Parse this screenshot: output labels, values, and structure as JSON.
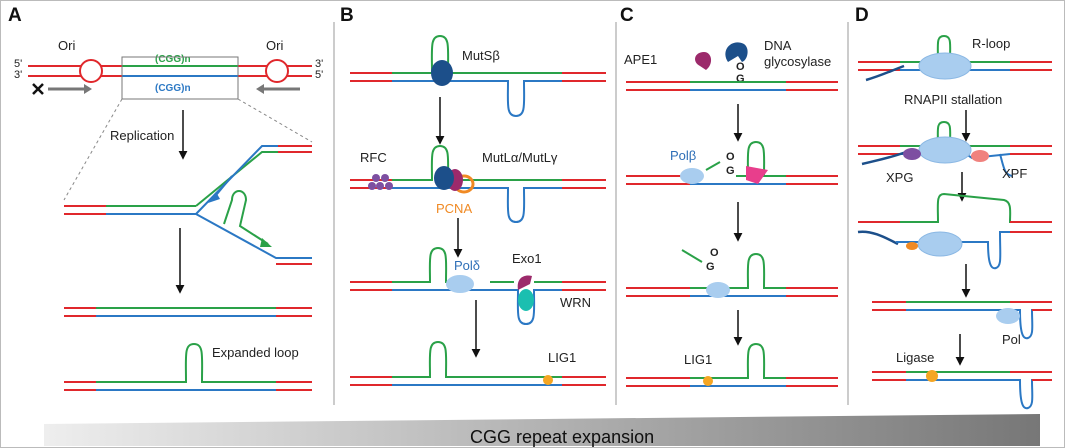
{
  "panels": {
    "a": "A",
    "b": "B",
    "c": "C",
    "d": "D"
  },
  "panel_a": {
    "ori_left": "Ori",
    "ori_right": "Ori",
    "five_prime_left": "5'",
    "three_prime_left": "3'",
    "three_prime_right": "3'",
    "five_prime_right": "5'",
    "top_strand": "(CGG)n",
    "bottom_strand": "(CGG)n",
    "replication": "Replication",
    "expanded_loop": "Expanded loop"
  },
  "panel_b": {
    "mutsb": "MutSβ",
    "rfc": "RFC",
    "mutl": "MutLα/MutLγ",
    "pcna": "PCNA",
    "pold": "Polδ",
    "exo1": "Exo1",
    "wrn": "WRN",
    "lig1": "LIG1"
  },
  "panel_c": {
    "ape1": "APE1",
    "glyco_1": "DNA",
    "glyco_2": "glycosylase",
    "polb": "Polβ",
    "lig1": "LIG1"
  },
  "panel_d": {
    "rloop": "R-loop",
    "stall": "RNAPII stallation",
    "xpg": "XPG",
    "xpf": "XPF",
    "pol": "Pol",
    "ligase": "Ligase"
  },
  "banner": "CGG repeat expansion",
  "colors": {
    "red": "#e0282c",
    "green": "#2aa148",
    "blue": "#2b78c4",
    "navy": "#1c4f8a",
    "magenta": "#9c2a6b",
    "orange": "#f08a24",
    "purple": "#7d4fa1",
    "lightblue": "#a9cdef",
    "teal": "#1bbfb0",
    "pink": "#e83e8c",
    "yellow": "#f5a623"
  }
}
